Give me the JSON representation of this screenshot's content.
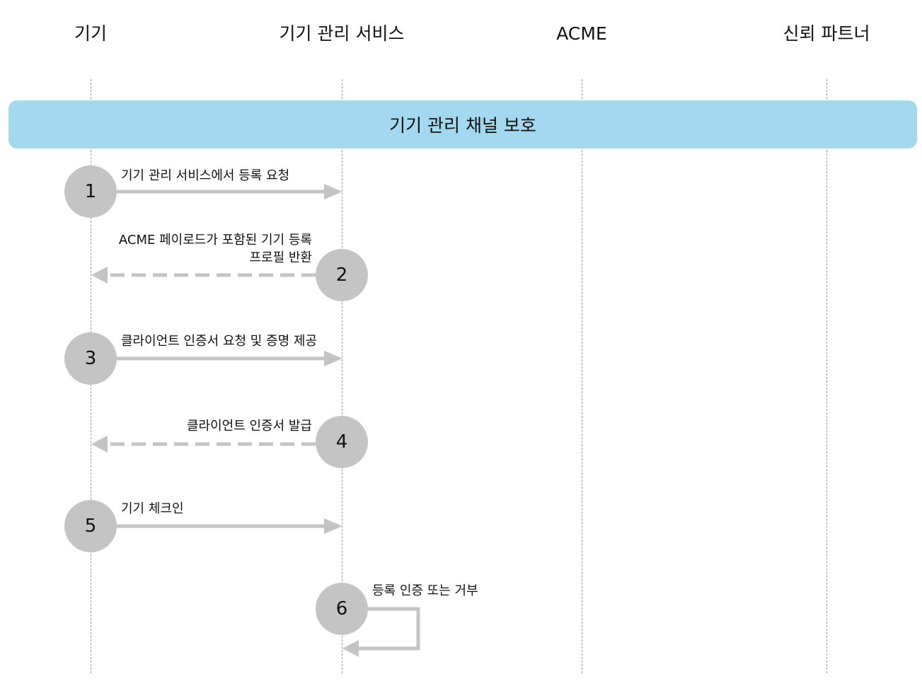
{
  "lanes": [
    {
      "label": "기기"
    },
    {
      "label": "기기 관리 서비스"
    },
    {
      "label": "ACME"
    },
    {
      "label": "신뢰 파트너"
    }
  ],
  "banner": {
    "label": "기기 관리 채널 보호"
  },
  "steps": [
    {
      "number": "1",
      "label": "기기 관리 서비스에서 등록 요청"
    },
    {
      "number": "2",
      "label_line1": "ACME 페이로드가 포함된 기기 등록",
      "label_line2": "프로필 반환"
    },
    {
      "number": "3",
      "label": "클라이언트 인증서 요청 및 증명 제공"
    },
    {
      "number": "4",
      "label": "클라이언트 인증서 발급"
    },
    {
      "number": "5",
      "label": "기기 체크인"
    },
    {
      "number": "6",
      "label": "등록 인증 또는 거부"
    }
  ],
  "colors": {
    "banner": "#a4d8ef",
    "step_circle": "#c4c4c4",
    "arrow": "#c4c4c4",
    "lifeline": "#9a9a9a"
  }
}
